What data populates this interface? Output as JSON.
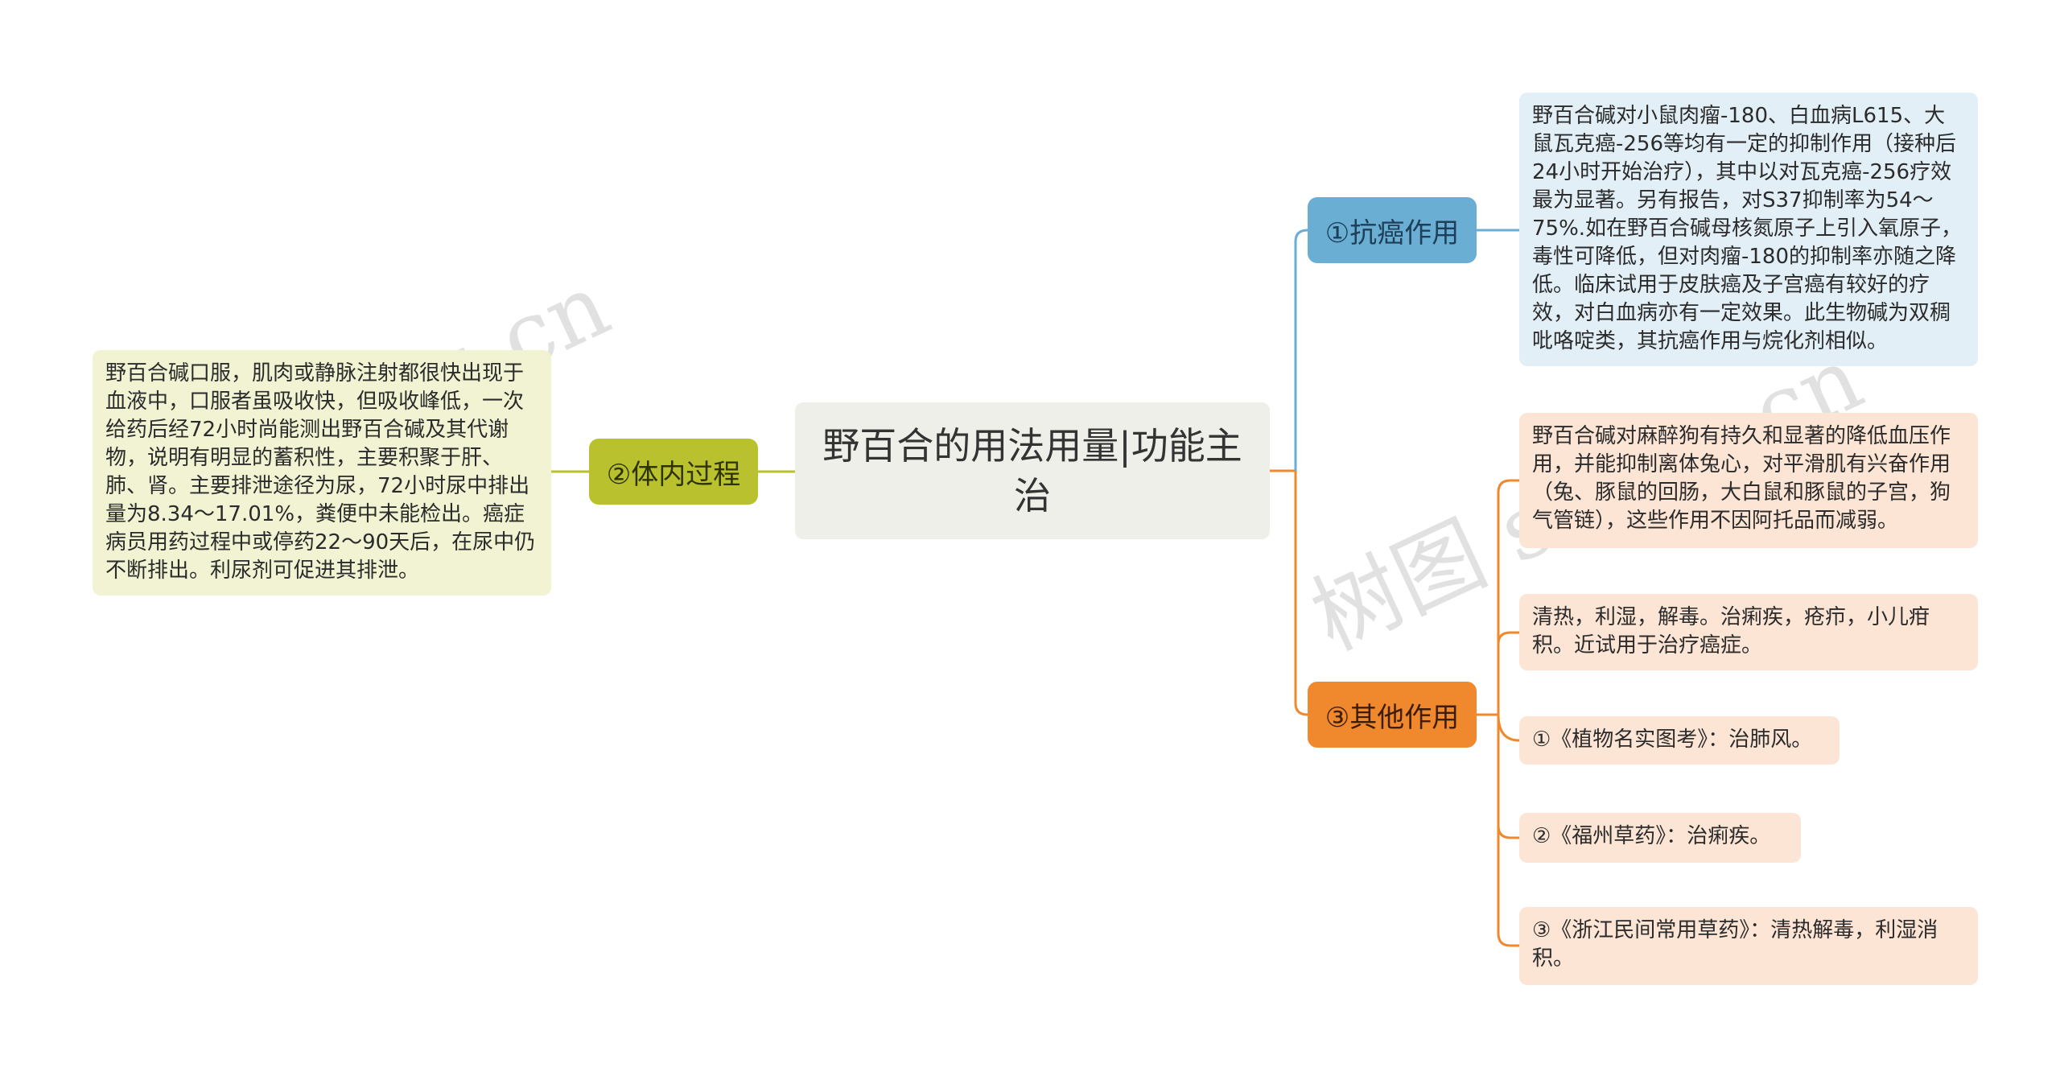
{
  "root": {
    "title": "野百合的用法用量|功能主治"
  },
  "branches": {
    "anti_cancer": {
      "label": "①抗癌作用",
      "leaves": [
        "野百合碱对小鼠肉瘤-180、白血病L615、大鼠瓦克癌-256等均有一定的抑制作用（接种后24小时开始治疗），其中以对瓦克癌-256疗效最为显著。另有报告，对S37抑制率为54～75%.如在野百合碱母核氮原子上引入氧原子，毒性可降低，但对肉瘤-180的抑制率亦随之降低。临床试用于皮肤癌及子宫癌有较好的疗效，对白血病亦有一定效果。此生物碱为双稠吡咯啶类，其抗癌作用与烷化剂相似。"
      ]
    },
    "in_vivo": {
      "label": "②体内过程",
      "leaves": [
        "野百合碱口服，肌肉或静脉注射都很快出现于血液中，口服者虽吸收快，但吸收峰低，一次给药后经72小时尚能测出野百合碱及其代谢物，说明有明显的蓄积性，主要积聚于肝、肺、肾。主要排泄途径为尿，72小时尿中排出量为8.34～17.01%，粪便中未能检出。癌症病员用药过程中或停药22～90天后，在尿中仍不断排出。利尿剂可促进其排泄。"
      ]
    },
    "other": {
      "label": "③其他作用",
      "leaves": [
        "野百合碱对麻醉狗有持久和显著的降低血压作用，并能抑制离体兔心，对平滑肌有兴奋作用（兔、豚鼠的回肠，大白鼠和豚鼠的子宫，狗气管链），这些作用不因阿托品而减弱。",
        "清热，利湿，解毒。治痢疾，疮疖，小儿疳积。近试用于治疗癌症。",
        "①《植物名实图考》：治肺风。",
        "②《福州草药》：治痢疾。",
        "③《浙江民间常用草药》：清热解毒，利湿消积。"
      ]
    }
  },
  "watermark": {
    "text_left": "shutu.cn",
    "text_right": "树图 shutu.cn"
  },
  "colors": {
    "anti_cancer": "#6aaed4",
    "in_vivo": "#b9c22e",
    "other": "#f0892e"
  }
}
